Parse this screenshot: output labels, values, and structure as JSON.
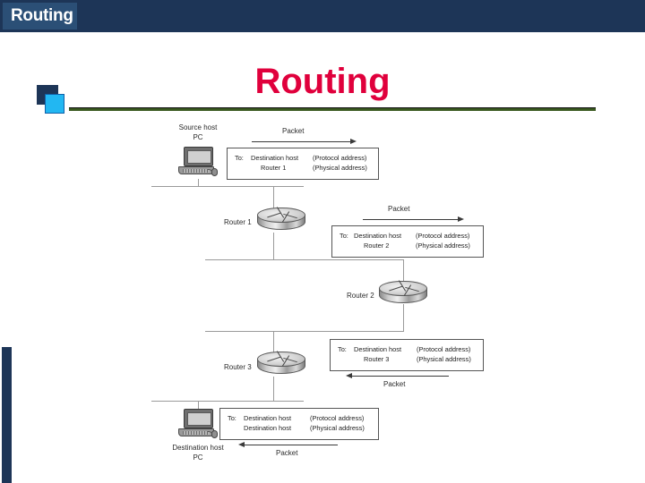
{
  "header": {
    "title": "Routing",
    "band_color": "#1d3557",
    "inner_color": "#2b4f76"
  },
  "slide": {
    "title": "Routing",
    "title_color": "#e0003c",
    "rule_color": "#3a5a20",
    "deco_dark_color": "#1d3557",
    "deco_light_color": "#22b7f2"
  },
  "diagram": {
    "type": "network-packet-flow",
    "nodes": [
      {
        "id": "source-host",
        "label_line1": "Source host",
        "label_line2": "PC",
        "icon": "pc-icon"
      },
      {
        "id": "router-1",
        "label": "Router 1",
        "icon": "router-icon"
      },
      {
        "id": "router-2",
        "label": "Router 2",
        "icon": "router-icon"
      },
      {
        "id": "router-3",
        "label": "Router 3",
        "icon": "router-icon"
      },
      {
        "id": "destination-host",
        "label_line1": "Destination host",
        "label_line2": "PC",
        "icon": "pc-icon"
      }
    ],
    "packet_label": "Packet",
    "packets": [
      {
        "id": "packet-1",
        "direction": "right",
        "caption": "Packet",
        "to_prefix": "To:",
        "line1_target": "Destination host",
        "line1_addr": "(Protocol address)",
        "line2_target": "Router 1",
        "line2_addr": "(Physical address)"
      },
      {
        "id": "packet-2",
        "direction": "right",
        "caption": "Packet",
        "to_prefix": "To:",
        "line1_target": "Destination host",
        "line1_addr": "(Protocol address)",
        "line2_target": "Router 2",
        "line2_addr": "(Physical address)"
      },
      {
        "id": "packet-3",
        "direction": "left",
        "caption": "Packet",
        "to_prefix": "To:",
        "line1_target": "Destination host",
        "line1_addr": "(Protocol address)",
        "line2_target": "Router 3",
        "line2_addr": "(Physical address)"
      },
      {
        "id": "packet-4",
        "direction": "left",
        "caption": "Packet",
        "to_prefix": "To:",
        "line1_target": "Destination host",
        "line1_addr": "(Protocol address)",
        "line2_target": "Destination host",
        "line2_addr": "(Physical address)"
      }
    ]
  }
}
